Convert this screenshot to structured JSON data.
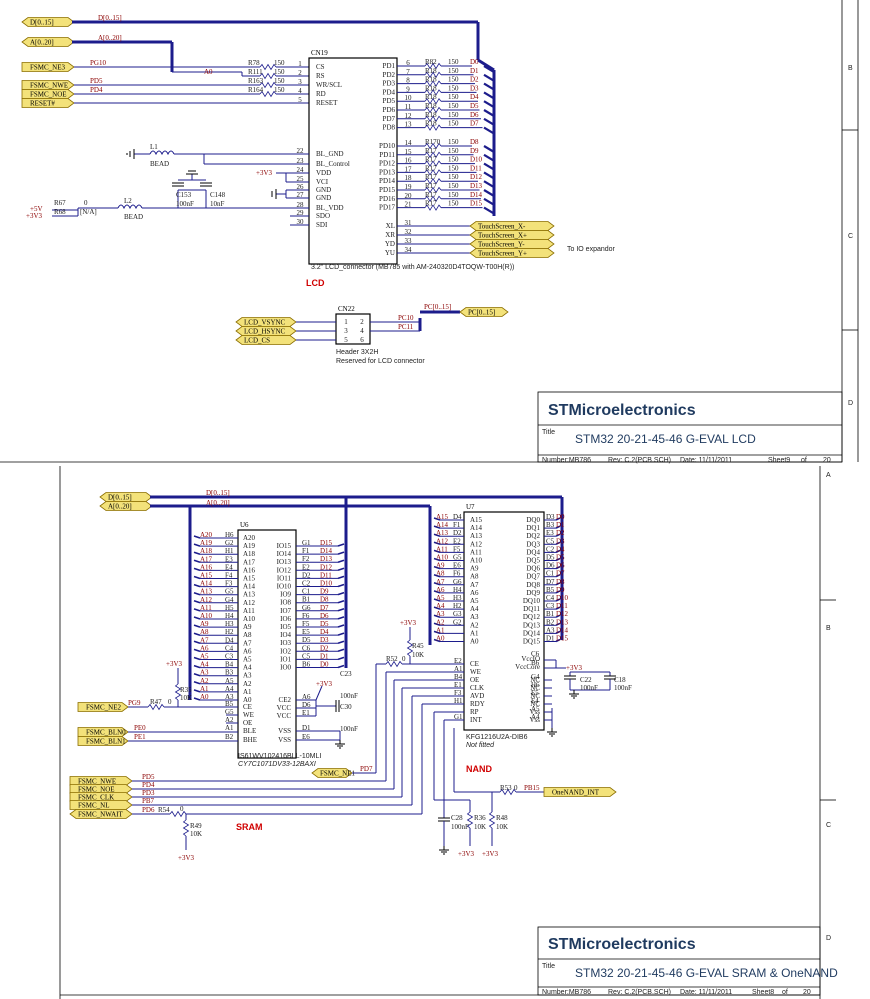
{
  "colors": {
    "bus": "#1c1c8c",
    "wire": "#1c1c8c",
    "port_fill": "#f3e27a",
    "port_stroke": "#8a6d00",
    "chip": "#000",
    "text": "#1a1a1a",
    "accent": "#d00000"
  },
  "border": {
    "top_letters": [
      "B",
      "C",
      "D"
    ],
    "bottom_letters": [
      "A",
      "B",
      "C",
      "D"
    ]
  },
  "lcd": {
    "ports_left": [
      "D[0..15]",
      "A[0..20]",
      "FSMC_NE3",
      "FSMC_NWE",
      "FSMC_NOE",
      "RESET#"
    ],
    "bus_labels": {
      "d": "D[0..15]",
      "a": "A[0..20]"
    },
    "ctrl_nets": [
      "PG10",
      "A0",
      "PD5",
      "PD4"
    ],
    "ctrl_res": [
      {
        "ref": "R78",
        "val": "150"
      },
      {
        "ref": "R111",
        "val": "150"
      },
      {
        "ref": "R163",
        "val": "150"
      },
      {
        "ref": "R164",
        "val": "150"
      }
    ],
    "ctrl_pins": [
      "1",
      "2",
      "3",
      "4",
      "5"
    ],
    "ctrl_names": [
      "CS",
      "RS",
      "WR/SCL",
      "RD",
      "RESET"
    ],
    "conn_ref": "CN19",
    "conn_desc": "3.2\" LCD_connector (MB785 with AM-240320D4TOQW-T00H(R))",
    "left_pins": [
      "22",
      "23",
      "24",
      "25",
      "26",
      "27",
      "28",
      "29",
      "30"
    ],
    "left_names": [
      "BL_GND",
      "BL_Control",
      "VDD",
      "VCI",
      "GND",
      "GND",
      "BL_VDD",
      "SDO",
      "SDI"
    ],
    "right_pins": [
      "6",
      "7",
      "8",
      "9",
      "10",
      "11",
      "12",
      "13",
      "14",
      "15",
      "16",
      "17",
      "18",
      "19",
      "20",
      "21",
      "31",
      "32",
      "33",
      "34"
    ],
    "right_names": [
      "PD1",
      "PD2",
      "PD3",
      "PD4",
      "PD5",
      "PD6",
      "PD7",
      "PD8",
      "PD10",
      "PD11",
      "PD12",
      "PD13",
      "PD14",
      "PD15",
      "PD16",
      "PD17",
      "XL",
      "XR",
      "YD",
      "YU"
    ],
    "data_res": [
      "R82",
      "R18",
      "R18",
      "R18",
      "R18",
      "R18",
      "R18",
      "R18",
      "R170",
      "R17",
      "R17",
      "R17",
      "R17",
      "R17",
      "R17",
      "R17"
    ],
    "data_val": "150",
    "data_nets": [
      "D0",
      "D1",
      "D2",
      "D3",
      "D4",
      "D5",
      "D6",
      "D7",
      "D8",
      "D9",
      "D10",
      "D11",
      "D12",
      "D13",
      "D14",
      "D15"
    ],
    "touch": [
      "TouchScreen_X-",
      "TouchScreen_X+",
      "TouchScreen_Y-",
      "TouchScreen_Y+"
    ],
    "touch_note": "To IO expandor",
    "l1": "L1",
    "l1v": "BEAD",
    "l2": "L2",
    "l2v": "BEAD",
    "c153": "C153",
    "c153v": "100nF",
    "c148": "C148",
    "c148v": "10nF",
    "v33": "+3V3",
    "v5": "+5V",
    "r67": "R67",
    "r67v": "0",
    "r68": "R68",
    "r68v": "[N/A]",
    "title": "LCD",
    "cn22": "CN22",
    "cn22_ports": [
      "LCD_VSYNC",
      "LCD_HSYNC",
      "LCD_CS"
    ],
    "cn22_pins": [
      "1",
      "2",
      "3",
      "4",
      "5",
      "6"
    ],
    "cn22_nets": [
      "PC10",
      "PC11"
    ],
    "cn22_bus": "PC[0..15]",
    "cn22_desc": "Header 3X2H",
    "cn22_note": "Reserved for LCD connector"
  },
  "tb1": {
    "company": "STMicroelectronics",
    "title_label": "Title",
    "title": "STM32 20-21-45-46 G-EVAL LCD",
    "number": "Number:MB786",
    "rev": "Rev:  C.2(PCB.SCH)",
    "date": "Date: 11/11/2011",
    "sheet": "Sheet9",
    "of": "of",
    "total": "20"
  },
  "sram": {
    "ports": [
      "D[0..15]",
      "A[0..20]"
    ],
    "bus_labels": {
      "d": "D[0..15]",
      "a": "A[0..20]"
    },
    "ref": "U6",
    "left_nets": [
      "A20",
      "A19",
      "A18",
      "A17",
      "A16",
      "A15",
      "A14",
      "A13",
      "A12",
      "A11",
      "A10",
      "A9",
      "A8",
      "A7",
      "A6",
      "A5",
      "A4",
      "A3",
      "A2",
      "A1",
      "A0"
    ],
    "left_balls": [
      "H6",
      "G2",
      "H1",
      "E3",
      "E4",
      "F4",
      "F3",
      "G5",
      "G4",
      "H5",
      "H4",
      "H3",
      "H2",
      "D4",
      "C4",
      "C3",
      "B4",
      "B3",
      "A5",
      "A4",
      "A3"
    ],
    "left_names": [
      "A20",
      "A19",
      "A18",
      "A17",
      "A16",
      "A15",
      "A14",
      "A13",
      "A12",
      "A11",
      "A10",
      "A9",
      "A8",
      "A7",
      "A6",
      "A5",
      "A4",
      "A3",
      "A2",
      "A1",
      "A0"
    ],
    "right_names": [
      "IO15",
      "IO14",
      "IO13",
      "IO12",
      "IO11",
      "IO10",
      "IO9",
      "IO8",
      "IO7",
      "IO6",
      "IO5",
      "IO4",
      "IO3",
      "IO2",
      "IO1",
      "IO0"
    ],
    "right_balls": [
      "G1",
      "F1",
      "F2",
      "E2",
      "D2",
      "C2",
      "C1",
      "B1",
      "G6",
      "F6",
      "F5",
      "E5",
      "D5",
      "C6",
      "C5",
      "B6"
    ],
    "right_nets": [
      "D15",
      "D14",
      "D13",
      "D12",
      "D11",
      "D10",
      "D9",
      "D8",
      "D7",
      "D6",
      "D5",
      "D4",
      "D3",
      "D2",
      "D1",
      "D0"
    ],
    "ctrl_names": [
      "CE2",
      "VCC",
      "VCC",
      "VSS",
      "VSS"
    ],
    "ctrl_balls": [
      "A6",
      "D6",
      "E1",
      "D1",
      "E6"
    ],
    "low_pins": [
      "B5",
      "G5",
      "A2",
      "A1",
      "B2"
    ],
    "low_names": [
      "CE",
      "WE",
      "OE",
      "BLE",
      "BHE"
    ],
    "part1": "IS61WV102416BLL-10MLI",
    "part2": "CY7C1071DV33-12BAXI",
    "c23": "C23",
    "c23v": "100nF",
    "c30": "C30",
    "c30v": "100nF",
    "v33": "+3V3",
    "r35": "R35",
    "r35v": "10K",
    "r47": "R47",
    "r47v": "0",
    "ne2": "FSMC_NE2",
    "pg9": "PG9",
    "bln": [
      "FSMC_BLN0",
      "FSMC_BLN1"
    ],
    "pe": [
      "PE0",
      "PE1"
    ],
    "ne1": "FSMC_NE1",
    "pd7": "PD7",
    "ctrl_ports": [
      "FSMC_NWE",
      "FSMC_NOE",
      "FSMC_CLK",
      "FSMC_NL",
      "FSMC_NWAIT"
    ],
    "ctrl_nets": [
      "PD5",
      "PD4",
      "PD3",
      "PB7",
      "PD6"
    ],
    "r54": "R54",
    "r54v": "0",
    "r49": "R49",
    "r49v": "10K",
    "title": "SRAM"
  },
  "nand": {
    "ref": "U7",
    "left_nets": [
      "A15",
      "A14",
      "A13",
      "A12",
      "A11",
      "A10",
      "A9",
      "A8",
      "A7",
      "A6",
      "A5",
      "A4",
      "A3",
      "A2",
      "A1",
      "A0"
    ],
    "left_balls": [
      "D4",
      "F1",
      "D2",
      "E2",
      "F5",
      "G5",
      "E6",
      "F6",
      "G6",
      "H4",
      "H3",
      "H2",
      "G3",
      "G2"
    ],
    "left_names": [
      "A15",
      "A14",
      "A13",
      "A12",
      "A11",
      "A10",
      "A9",
      "A8",
      "A7",
      "A6",
      "A5",
      "A4",
      "A3",
      "A2",
      "A1",
      "A0"
    ],
    "right_names": [
      "DQ0",
      "DQ1",
      "DQ2",
      "DQ3",
      "DQ4",
      "DQ5",
      "DQ6",
      "DQ7",
      "DQ8",
      "DQ9",
      "DQ10",
      "DQ11",
      "DQ12",
      "DQ13",
      "DQ14",
      "DQ15"
    ],
    "right_balls": [
      "D3",
      "B3",
      "E3",
      "C5",
      "C2",
      "D5",
      "D6",
      "C1",
      "D7",
      "B5",
      "C4",
      "C3",
      "B1",
      "B2",
      "A3",
      "D1"
    ],
    "right_nets": [
      "D0",
      "D1",
      "D2",
      "D3",
      "D4",
      "D5",
      "D6",
      "D7",
      "D8",
      "D9",
      "D10",
      "D11",
      "D12",
      "D13",
      "D14",
      "D15"
    ],
    "pwr_names": [
      "VccIO",
      "VccCore"
    ],
    "ctl_left_balls": [
      "E2",
      "A1",
      "B4",
      "E1",
      "F3",
      "H1",
      "G1"
    ],
    "ctl_left_names": [
      "CE",
      "WE",
      "OE",
      "CLK",
      "AVD",
      "RDY",
      "INT"
    ],
    "ctl_left_names2": [
      "RP"
    ],
    "nc_names": [
      "NC",
      "NC",
      "NC",
      "NC",
      "Vss",
      "Vss"
    ],
    "nc_balls": [
      "G4",
      "H6",
      "E5",
      "E4",
      "A5",
      "A4"
    ],
    "pwr_balls": [
      "C6",
      "B6"
    ],
    "r45": "R45",
    "r45v": "10K",
    "r52": "R52",
    "r52v": "0",
    "c22": "C22",
    "c22v": "100nF",
    "c18": "C18",
    "c18v": "100nF",
    "c28": "C28",
    "c28v": "100nF",
    "r36": "R36",
    "r36v": "10K",
    "r48": "R48",
    "r48v": "10K",
    "r53": "R53",
    "r53v": "0",
    "pb15": "PB15",
    "int_port": "OneNAND_INT",
    "v33": "+3V3",
    "part": "KFG1216U2A-DIB6",
    "fitted": "Not fitted",
    "title": "NAND"
  },
  "tb2": {
    "company": "STMicroelectronics",
    "title_label": "Title",
    "title": "STM32 20-21-45-46 G-EVAL SRAM & OneNAND",
    "number": "Number:MB786",
    "rev": "Rev:  C.2(PCB.SCH)",
    "date": "Date: 11/11/2011",
    "sheet": "Sheet8",
    "of": "of",
    "total": "20"
  }
}
